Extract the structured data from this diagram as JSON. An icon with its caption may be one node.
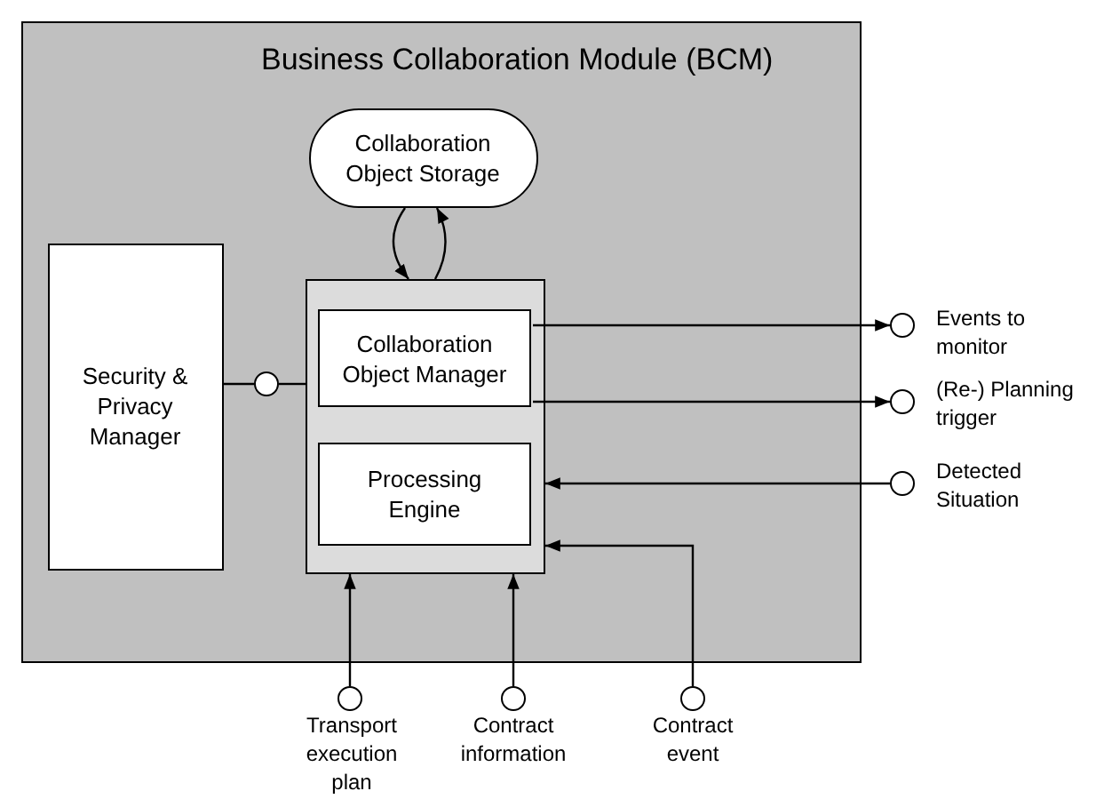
{
  "diagram": {
    "nodes": [
      {
        "text": [
          "Business Collaboration Module (BCM)"
        ]
      },
      {
        "text": [
          "Collaboration Object Storage"
        ],
        "in": 0
      },
      {
        "text": [
          "Security & Privacy Manager"
        ],
        "in": 0
      },
      {
        "text": [],
        "shape": "box",
        "in": 0
      },
      {
        "text": [
          "Collaboration Object Manager"
        ],
        "in": 3
      },
      {
        "text": [
          "Processing Engine"
        ],
        "in": 3
      },
      {
        "text": [],
        "shape": "circle",
        "in": 0
      },
      {
        "text": [],
        "shape": "circle",
        "beside": [
          "Events to monitor"
        ]
      },
      {
        "text": [],
        "shape": "circle",
        "beside": [
          "(Re-) Planning trigger"
        ]
      },
      {
        "text": [],
        "shape": "circle",
        "beside": [
          "Detected Situation"
        ]
      },
      {
        "text": [],
        "shape": "circle",
        "beside": [
          "Transport execution plan"
        ]
      },
      {
        "text": [],
        "shape": "circle",
        "beside": [
          "Contract information"
        ]
      },
      {
        "text": [],
        "shape": "circle",
        "beside": [
          "Contract event"
        ]
      }
    ],
    "edges": [
      {
        "from": 1,
        "to": 3,
        "arrow": "to"
      },
      {
        "from": 3,
        "to": 1,
        "arrow": "to"
      },
      {
        "from": 2,
        "to": 6,
        "arrow": "none"
      },
      {
        "from": 6,
        "to": 3,
        "arrow": "none"
      },
      {
        "from": 4,
        "to": 7,
        "arrow": "to"
      },
      {
        "from": 4,
        "to": 8,
        "arrow": "to"
      },
      {
        "from": 9,
        "to": 3,
        "arrow": "to"
      },
      {
        "from": 10,
        "to": 3,
        "arrow": "to"
      },
      {
        "from": 11,
        "to": 3,
        "arrow": "to"
      },
      {
        "from": 12,
        "to": 3,
        "arrow": "to"
      }
    ]
  }
}
